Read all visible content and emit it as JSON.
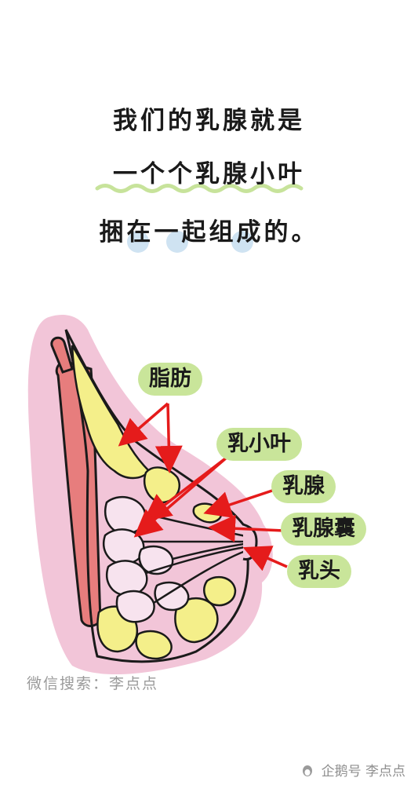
{
  "caption": {
    "line1": "我们的乳腺就是",
    "line2": "一个个乳腺小叶",
    "line3": "捆在一起组成的。"
  },
  "labels": {
    "fat": "脂肪",
    "lobule": "乳小叶",
    "gland": "乳腺",
    "duct": "乳腺囊",
    "nipple": "乳头"
  },
  "watermark": "微信搜索：李点点",
  "source": "企鹅号 李点点",
  "colors": {
    "skin": "#f2c5d8",
    "muscle": "#e77d7d",
    "fat": "#f4ef8a",
    "lobule": "#f7e3ee",
    "label_bg": "#c9e59a",
    "arrow": "#e51b1b",
    "wavy_underline": "#c7e39b",
    "highlight_dot": "#cfe3f2"
  }
}
